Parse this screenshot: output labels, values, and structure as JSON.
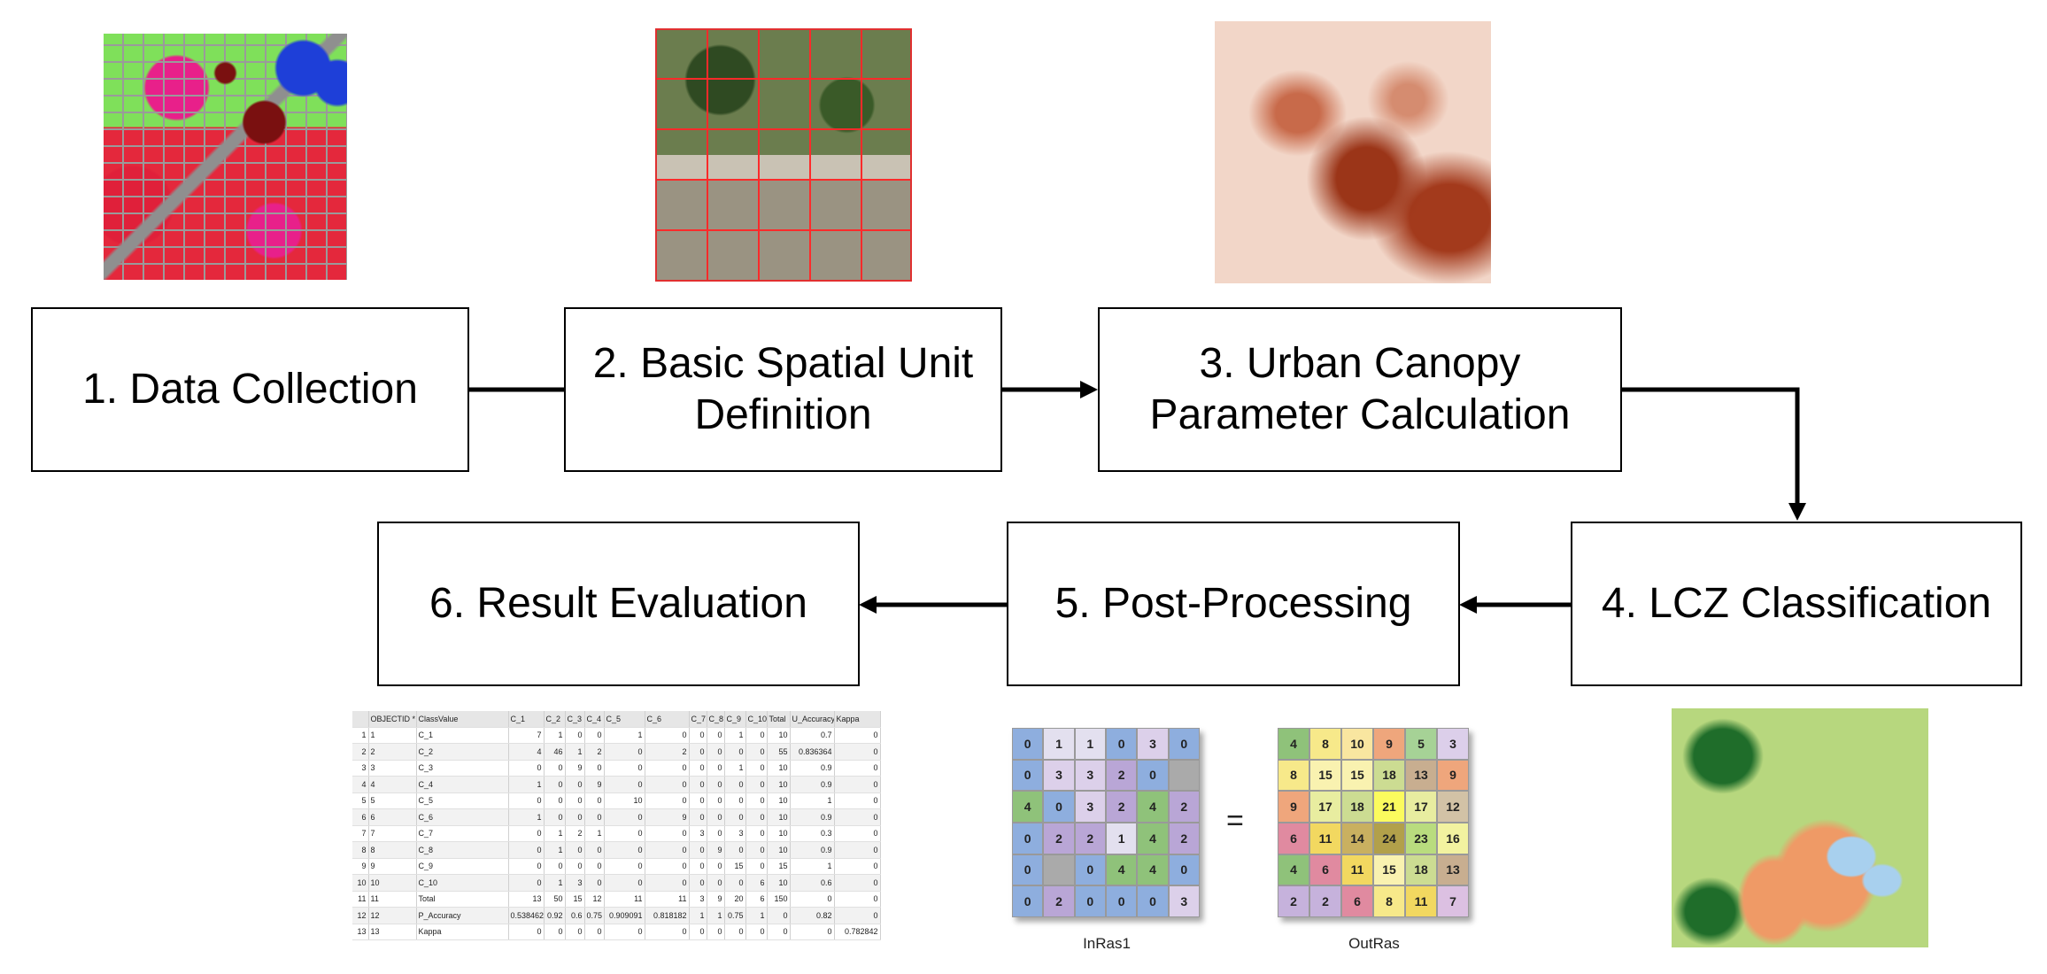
{
  "steps": {
    "s1": "1. Data Collection",
    "s2": "2. Basic Spatial Unit\nDefinition",
    "s3": "3. Urban Canopy\nParameter  Calculation",
    "s4": "4. LCZ Classification",
    "s5": "5. Post-Processing",
    "s6": "6. Result Evaluation"
  },
  "table": {
    "headers": [
      "",
      "OBJECTID *",
      "ClassValue",
      "C_1",
      "C_2",
      "C_3",
      "C_4",
      "C_5",
      "C_6",
      "C_7",
      "C_8",
      "C_9",
      "C_10",
      "Total",
      "U_Accuracy",
      "Kappa"
    ],
    "rows": [
      [
        "1",
        "1",
        "C_1",
        "7",
        "1",
        "0",
        "0",
        "1",
        "0",
        "0",
        "0",
        "1",
        "0",
        "10",
        "0.7",
        "0"
      ],
      [
        "2",
        "2",
        "C_2",
        "4",
        "46",
        "1",
        "2",
        "0",
        "2",
        "0",
        "0",
        "0",
        "0",
        "55",
        "0.836364",
        "0"
      ],
      [
        "3",
        "3",
        "C_3",
        "0",
        "0",
        "9",
        "0",
        "0",
        "0",
        "0",
        "0",
        "1",
        "0",
        "10",
        "0.9",
        "0"
      ],
      [
        "4",
        "4",
        "C_4",
        "1",
        "0",
        "0",
        "9",
        "0",
        "0",
        "0",
        "0",
        "0",
        "0",
        "10",
        "0.9",
        "0"
      ],
      [
        "5",
        "5",
        "C_5",
        "0",
        "0",
        "0",
        "0",
        "10",
        "0",
        "0",
        "0",
        "0",
        "0",
        "10",
        "1",
        "0"
      ],
      [
        "6",
        "6",
        "C_6",
        "1",
        "0",
        "0",
        "0",
        "0",
        "9",
        "0",
        "0",
        "0",
        "0",
        "10",
        "0.9",
        "0"
      ],
      [
        "7",
        "7",
        "C_7",
        "0",
        "1",
        "2",
        "1",
        "0",
        "0",
        "3",
        "0",
        "3",
        "0",
        "10",
        "0.3",
        "0"
      ],
      [
        "8",
        "8",
        "C_8",
        "0",
        "1",
        "0",
        "0",
        "0",
        "0",
        "0",
        "9",
        "0",
        "0",
        "10",
        "0.9",
        "0"
      ],
      [
        "9",
        "9",
        "C_9",
        "0",
        "0",
        "0",
        "0",
        "0",
        "0",
        "0",
        "0",
        "15",
        "0",
        "15",
        "1",
        "0"
      ],
      [
        "10",
        "10",
        "C_10",
        "0",
        "1",
        "3",
        "0",
        "0",
        "0",
        "0",
        "0",
        "0",
        "6",
        "10",
        "0.6",
        "0"
      ],
      [
        "11",
        "11",
        "Total",
        "13",
        "50",
        "15",
        "12",
        "11",
        "11",
        "3",
        "9",
        "20",
        "6",
        "150",
        "0",
        "0"
      ],
      [
        "12",
        "12",
        "P_Accuracy",
        "0.538462",
        "0.92",
        "0.6",
        "0.75",
        "0.909091",
        "0.818182",
        "1",
        "1",
        "0.75",
        "1",
        "0",
        "0.82",
        "0"
      ],
      [
        "13",
        "13",
        "Kappa",
        "0",
        "0",
        "0",
        "0",
        "0",
        "0",
        "0",
        "0",
        "0",
        "0",
        "0",
        "0",
        "0.782842"
      ]
    ]
  },
  "rasters": {
    "equals": "=",
    "inras": {
      "caption": "InRas1",
      "cells": [
        [
          "0",
          "1",
          "1",
          "0",
          "3",
          "0"
        ],
        [
          "0",
          "3",
          "3",
          "2",
          "0",
          ""
        ],
        [
          "4",
          "0",
          "3",
          "2",
          "4",
          "2"
        ],
        [
          "0",
          "2",
          "2",
          "1",
          "4",
          "2"
        ],
        [
          "0",
          "",
          "0",
          "4",
          "4",
          "0"
        ],
        [
          "0",
          "2",
          "0",
          "0",
          "0",
          "3"
        ]
      ],
      "colors": {
        "0": "#8eaede",
        "1": "#e3e0ef",
        "2": "#b9a6d6",
        "3": "#dcd0ea",
        "4": "#8fc27a",
        "": "#aaaaaa"
      }
    },
    "outras": {
      "caption": "OutRas",
      "cells": [
        [
          "4",
          "8",
          "10",
          "9",
          "5",
          "3"
        ],
        [
          "8",
          "15",
          "15",
          "18",
          "13",
          "9"
        ],
        [
          "9",
          "17",
          "18",
          "21",
          "17",
          "12"
        ],
        [
          "6",
          "11",
          "14",
          "24",
          "23",
          "16"
        ],
        [
          "4",
          "6",
          "11",
          "15",
          "18",
          "13"
        ],
        [
          "2",
          "2",
          "6",
          "8",
          "11",
          "7"
        ]
      ],
      "colors": {
        "2": "#c6b2dc",
        "3": "#dccfea",
        "4": "#8fc27a",
        "5": "#a6d296",
        "6": "#e08aa0",
        "7": "#dcc0e2",
        "8": "#f7e98a",
        "9": "#efa67c",
        "10": "#f9e6a0",
        "11": "#f2d860",
        "12": "#d2c2a6",
        "13": "#c8ae90",
        "14": "#c9b060",
        "15": "#f9f2b0",
        "16": "#f2f2a0",
        "17": "#e8eda0",
        "18": "#ccdc92",
        "21": "#fbfb5e",
        "23": "#b9dc7e",
        "24": "#b2a04a"
      }
    }
  }
}
